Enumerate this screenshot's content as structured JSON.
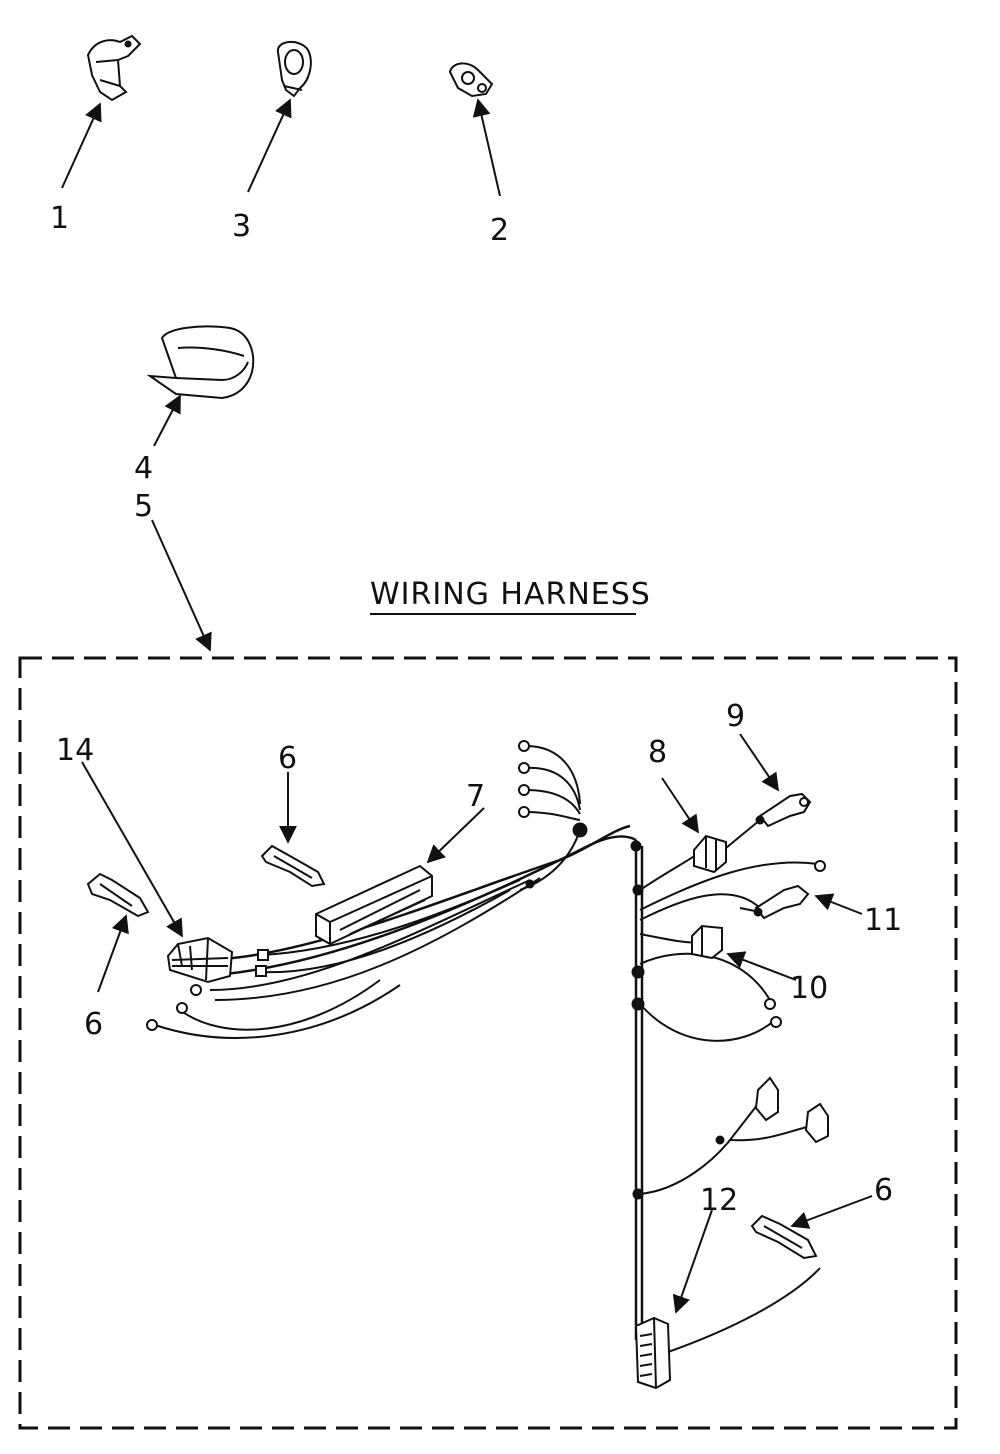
{
  "diagram": {
    "title": "WIRING HARNESS",
    "callouts": [
      {
        "id": "c1",
        "text": "1"
      },
      {
        "id": "c3",
        "text": "3"
      },
      {
        "id": "c2",
        "text": "2"
      },
      {
        "id": "c4",
        "text": "4"
      },
      {
        "id": "c5",
        "text": "5"
      },
      {
        "id": "c6a",
        "text": "6"
      },
      {
        "id": "c7",
        "text": "7"
      },
      {
        "id": "c14",
        "text": "14"
      },
      {
        "id": "c6b",
        "text": "6"
      },
      {
        "id": "c8",
        "text": "8"
      },
      {
        "id": "c9",
        "text": "9"
      },
      {
        "id": "c11",
        "text": "11"
      },
      {
        "id": "c10",
        "text": "10"
      },
      {
        "id": "c12",
        "text": "12"
      },
      {
        "id": "c6c",
        "text": "6"
      }
    ]
  }
}
